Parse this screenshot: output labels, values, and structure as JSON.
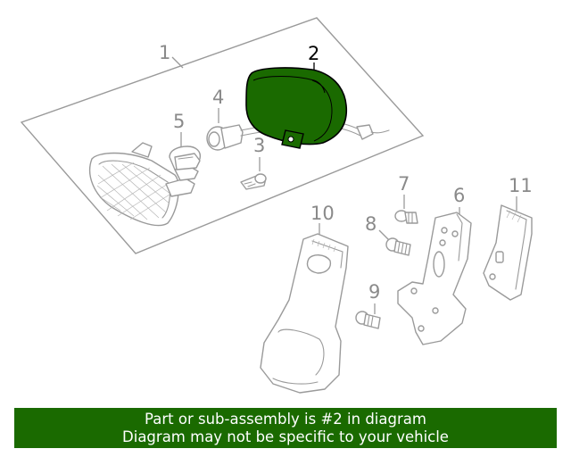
{
  "diagram": {
    "callouts": [
      "1",
      "2",
      "3",
      "4",
      "5",
      "6",
      "7",
      "8",
      "9",
      "10",
      "11"
    ],
    "highlight_color": "#1a6a00",
    "highlighted_part": "2"
  },
  "banner": {
    "line1": "Part or sub-assembly is #2 in diagram",
    "line2": "Diagram may not be specific to your vehicle",
    "background": "#1a6a00"
  }
}
